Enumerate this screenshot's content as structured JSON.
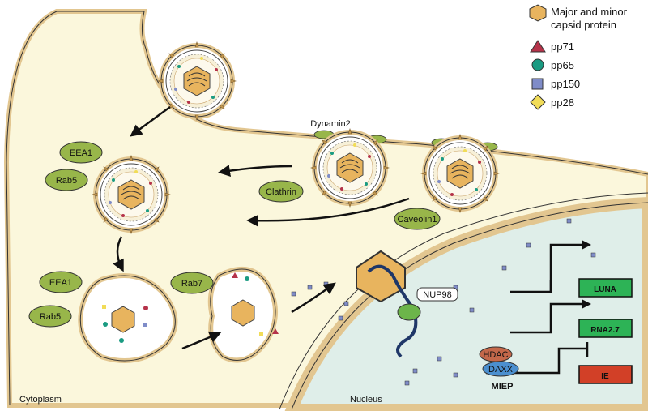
{
  "legend": {
    "capsid_line1": "Major and minor",
    "capsid_line2": "capsid protein",
    "pp71": "pp71",
    "pp65": "pp65",
    "pp150": "pp150",
    "pp28": "pp28"
  },
  "labels": {
    "dynamin2": "Dynamin2",
    "clathrin": "Clathrin",
    "caveolin1": "Caveolin1",
    "eea1_top": "EEA1",
    "rab5_top": "Rab5",
    "eea1_bottom": "EEA1",
    "rab5_bottom": "Rab5",
    "rab7": "Rab7",
    "nup98": "NUP98",
    "cytoplasm": "Cytoplasm",
    "nucleus": "Nucleus",
    "hdac": "HDAC",
    "daxx": "DAXX",
    "miep": "MIEP",
    "luna": "LUNA",
    "rna27": "RNA2.7",
    "ie": "IE"
  },
  "colors": {
    "cytoplasm_fill": "#fbf7dc",
    "nucleus_fill": "#dfeee9",
    "membrane": "#e2c690",
    "green_oval": "#98b64a",
    "capsid": "#e8b45e",
    "pp71": "#b5334a",
    "pp65": "#1a9b82",
    "pp150": "#7f8cc8",
    "pp28": "#f1dc58",
    "luna_box": "#2db356",
    "ie_box": "#d24027",
    "hdac": "#c4684a",
    "daxx": "#4b8fcf",
    "pore": "#6cb54a"
  }
}
